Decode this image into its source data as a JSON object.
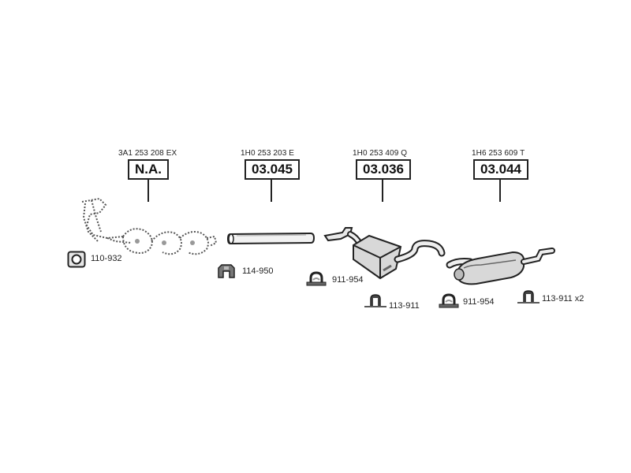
{
  "groups": [
    {
      "oe_number": "3A1 253 208 EX",
      "part_code": "N.A."
    },
    {
      "oe_number": "1H0 253 203 E",
      "part_code": "03.045"
    },
    {
      "oe_number": "1H0 253 409 Q",
      "part_code": "03.036"
    },
    {
      "oe_number": "1H6 253 609 T",
      "part_code": "03.044"
    }
  ],
  "accessories": [
    {
      "label": "110-932",
      "icon": "gasket-icon"
    },
    {
      "label": "114-950",
      "icon": "clamp-icon"
    },
    {
      "label": "911-954",
      "icon": "u-bolt-clamp-icon"
    },
    {
      "label": "113-911",
      "icon": "rubber-hanger-icon"
    },
    {
      "label": "911-954",
      "icon": "u-bolt-clamp-icon"
    },
    {
      "label": "113-911 x2",
      "icon": "rubber-hanger-icon"
    }
  ]
}
